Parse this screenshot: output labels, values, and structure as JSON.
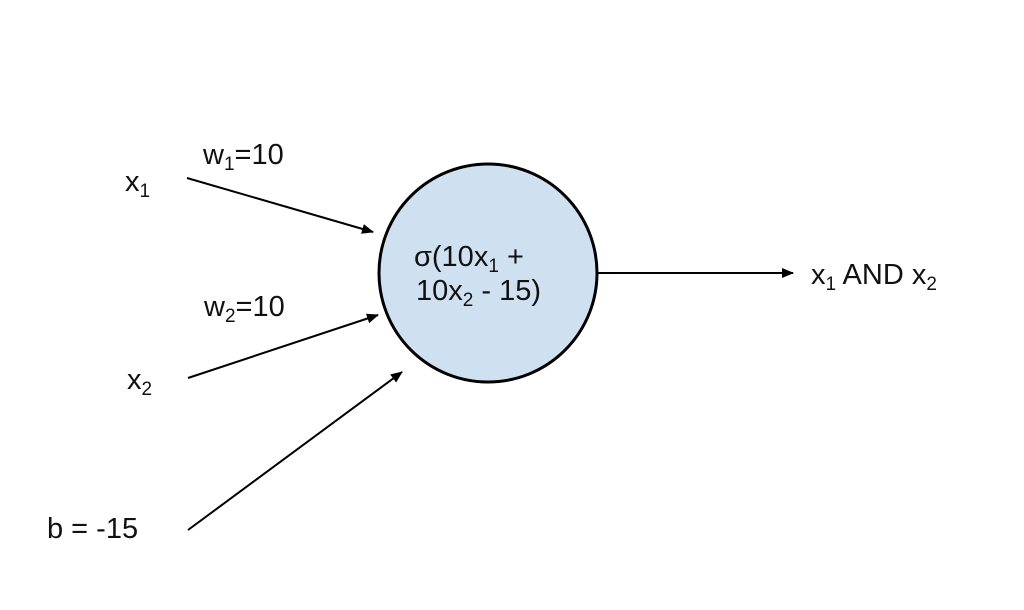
{
  "diagram": {
    "title": "Perceptron computing AND",
    "colors": {
      "neuron_fill": "#cfe0f1",
      "stroke": "#000000",
      "text": "#111111"
    },
    "inputs": [
      {
        "var": "x",
        "sub": "1"
      },
      {
        "var": "x",
        "sub": "2"
      }
    ],
    "weights": [
      {
        "var": "w",
        "sub": "1",
        "value": "=10"
      },
      {
        "var": "w",
        "sub": "2",
        "value": "=10"
      }
    ],
    "bias": {
      "label": "b = -15"
    },
    "neuron": {
      "line1_prefix": "σ(10x",
      "line1_sub": "1",
      "line1_suffix": " +",
      "line2_prefix": "10x",
      "line2_sub": "2",
      "line2_suffix": " - 15)"
    },
    "output": {
      "a_var": "x",
      "a_sub": "1",
      "op": " AND ",
      "b_var": "x",
      "b_sub": "2"
    }
  }
}
